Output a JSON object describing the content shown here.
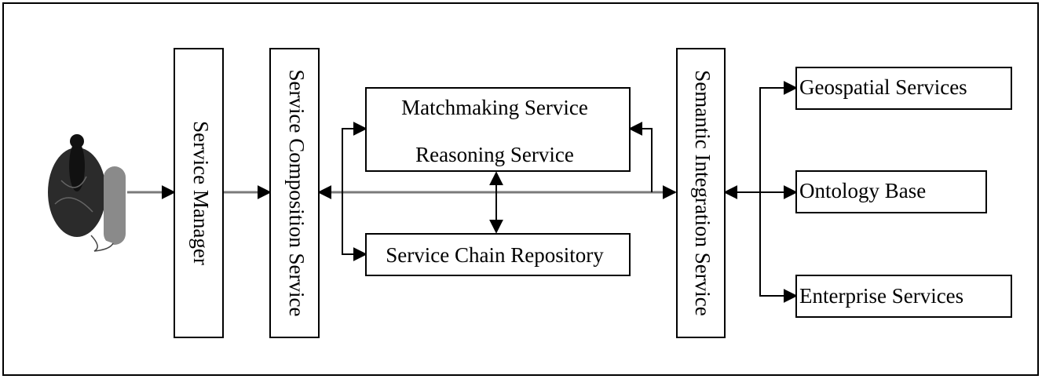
{
  "diagram": {
    "nodes": {
      "user": "user-figure",
      "service_manager": "Service Manager",
      "service_composition": "Service Composition Service",
      "matchmaking": "Matchmaking Service",
      "reasoning": "Reasoning Service",
      "service_chain": "Service Chain Repository",
      "semantic_integration": "Semantic Integration Service",
      "geospatial": "Geospatial Services",
      "ontology": "Ontology Base",
      "enterprise": "Enterprise Services"
    },
    "edges": [
      {
        "from": "user",
        "to": "service_manager"
      },
      {
        "from": "service_manager",
        "to": "service_composition"
      },
      {
        "from": "service_composition",
        "to": "matchmaking"
      },
      {
        "from": "service_composition",
        "to": "service_chain"
      },
      {
        "from": "semantic_integration",
        "to": "service_composition"
      },
      {
        "from": "service_composition",
        "to": "semantic_integration"
      },
      {
        "from": "semantic_integration",
        "to": "matchmaking"
      },
      {
        "from": "reasoning",
        "to": "service_chain"
      },
      {
        "from": "service_chain",
        "to": "reasoning"
      },
      {
        "from": "semantic_integration",
        "to": "geospatial"
      },
      {
        "from": "semantic_integration",
        "to": "ontology"
      },
      {
        "from": "semantic_integration",
        "to": "enterprise"
      }
    ]
  }
}
